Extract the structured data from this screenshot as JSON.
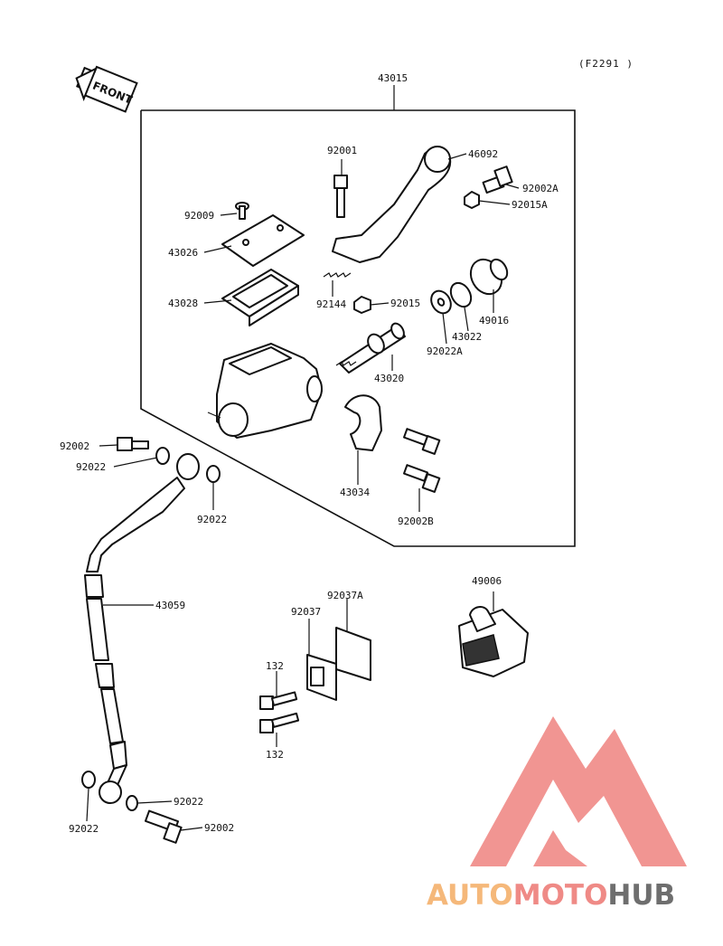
{
  "figure_code": "(F2291 )",
  "front_arrow": "FRONT",
  "parts": {
    "p43015": "43015",
    "p46092": "46092",
    "p92001": "92001",
    "p92002A": "92002A",
    "p92015A": "92015A",
    "p92009": "92009",
    "p43026": "43026",
    "p43028": "43028",
    "p92144": "92144",
    "p92015": "92015",
    "p49016": "49016",
    "p43022": "43022",
    "p92022A": "92022A",
    "p43020": "43020",
    "p43034": "43034",
    "p92002B": "92002B",
    "p92002_top": "92002",
    "p92022_top": "92022",
    "p92022_mid": "92022",
    "p43059": "43059",
    "p49006": "49006",
    "p92037A": "92037A",
    "p92037": "92037",
    "p132_top": "132",
    "p132_bottom": "132",
    "p92022_low": "92022",
    "p92022_left": "92022",
    "p92002_bottom": "92002"
  },
  "watermark": {
    "part1": "AUTO",
    "part2": "MOTO",
    "part3": "HUB",
    "color_orange": "#f5b87a",
    "color_red": "#ef8a86",
    "color_gray": "#6e6e6e"
  }
}
